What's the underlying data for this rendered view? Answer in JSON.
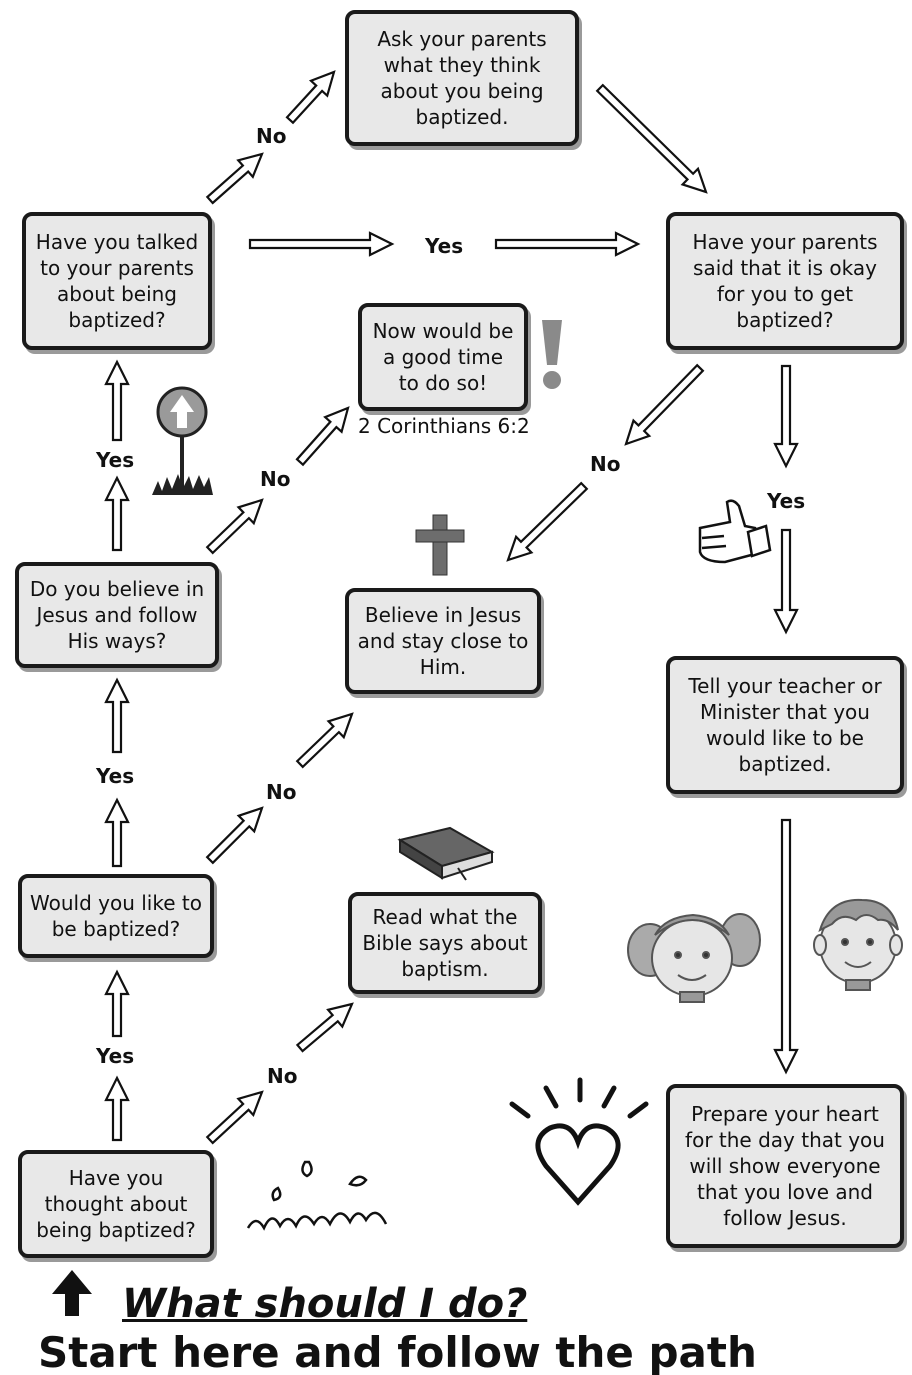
{
  "nodes": {
    "thought": "Have you thought about being baptized?",
    "like": "Would you like to be baptized?",
    "believe": "Do you believe in Jesus and follow His ways?",
    "talked": "Have you talked to your parents about being baptized?",
    "ask_parents": "Ask your parents what they think about you being baptized.",
    "parents_okay": "Have your parents said that it is okay for you to get baptized?",
    "now_good": "Now would be a good time to do so!",
    "believe_stay": "Believe in Jesus and stay close to Him.",
    "read_bible": "Read what the Bible says about baptism.",
    "tell_teacher": "Tell your teacher or Minister that you would like to be baptized.",
    "prepare": "Prepare your heart for the day that you will show everyone that you love and follow Jesus."
  },
  "reference": "2 Corinthians 6:2",
  "labels": {
    "yes": "Yes",
    "no": "No"
  },
  "title": "What should I do?",
  "subtitle": "Start here and follow the path",
  "icons": [
    "up-arrow-sign-icon",
    "exclamation-icon",
    "cross-icon",
    "bible-icon",
    "thumbs-up-icon",
    "girl-face-icon",
    "boy-face-icon",
    "heart-icon",
    "water-splash-icon",
    "start-arrow-icon"
  ]
}
